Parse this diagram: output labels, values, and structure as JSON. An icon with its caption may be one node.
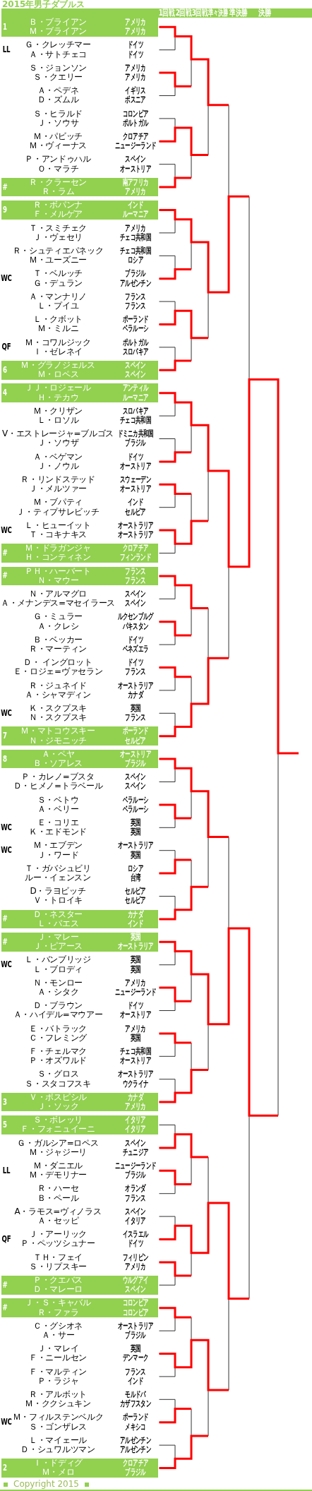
{
  "diagram": {
    "title": "2015年男子ダブルス",
    "nodes": [
      {
        "text": [
          "1回戦",
          "2回戦",
          "3回戦",
          "準々決勝",
          "準決勝",
          "決勝"
        ]
      },
      {
        "text": [
          "1",
          "Ｂ・ブライアン",
          "アメリカ",
          "Ｍ・ブライアン",
          "アメリカ"
        ]
      },
      {
        "text": [
          "Ｇ・クレッチマー",
          "ドイツ",
          "Ａ・サトチェコ",
          "ドイツ"
        ]
      },
      {
        "text": [
          "Ｓ・ジョンソン",
          "アメリカ",
          "Ｓ・クエリー",
          "アメリカ"
        ]
      },
      {
        "text": [
          "Ａ・ペデネ",
          "イギリス",
          "Ｄ・ズムル",
          "ボスニア"
        ]
      },
      {
        "text": [
          "Ｓ・ヒラルド",
          "コロンビア",
          "Ｊ・ソウサ",
          "ポルトガル"
        ]
      },
      {
        "text": [
          "Ｍ・パビッチ",
          "クロアチア",
          "Ｍ・ヴィーナス",
          "ニュージーランド"
        ]
      },
      {
        "text": [
          "Ｐ・アンドゥハル",
          "スペイン",
          "Ｏ・マラチ",
          "オーストリア"
        ]
      },
      {
        "text": [
          "#",
          "Ｒ・クラーセン",
          "南アフリカ",
          "Ｒ・ラム",
          "アメリカ"
        ]
      },
      {
        "text": [
          "9",
          "Ｒ・ボパンナ",
          "インド",
          "Ｆ・メルゲア",
          "ルーマニア"
        ]
      },
      {
        "text": [
          "Ｔ・スミチェク",
          "アメリカ",
          "Ｊ・ヴェセリ",
          "チェコ共和国"
        ]
      },
      {
        "text": [
          "Ｒ・シュティエパネック",
          "チェコ共和国",
          "Ｍ・ユーズニー",
          "ロシア"
        ]
      },
      {
        "text": [
          "Ｔ・ベルッチ",
          "ブラジル",
          "Ｇ・デュラン",
          "アルゼンチン"
        ]
      },
      {
        "text": [
          "Ａ・マンナリノ",
          "フランス",
          "Ｌ・プイユ",
          "フランス"
        ]
      },
      {
        "text": [
          "Ｌ・クボット",
          "ポーランド",
          "Ｍ・ミルニ",
          "ベラルーシ"
        ]
      },
      {
        "text": [
          "Ｍ・コワルジック",
          "ポルトガル",
          "Ｉ・ゼレネイ",
          "スロバキア"
        ]
      },
      {
        "text": [
          "6",
          "Ｍ・グラノジェルス",
          "スペイン",
          "Ｍ・ロペス",
          "スペイン"
        ]
      },
      {
        "text": [
          "4",
          "ＪＪ・ロジェール",
          "アンティル",
          "Ｈ・テカウ",
          "ルーマニア"
        ]
      },
      {
        "text": [
          "Ｍ・クリザン",
          "スロバキア",
          "Ｌ・ロソル",
          "チェコ共和国"
        ]
      },
      {
        "text": [
          "V・エストレージャ=ブルゴス",
          "ドミニカ共和国",
          "Ｊ・ソウザ",
          "ブラジル"
        ]
      },
      {
        "text": [
          "Ａ・ベゲマン",
          "ドイツ",
          "Ｊ・ノウル",
          "オーストリア"
        ]
      },
      {
        "text": [
          "Ｒ・リンドステッド",
          "スウェーデン",
          "Ｊ・メルツァー",
          "オーストリア"
        ]
      },
      {
        "text": [
          "Ｍ・ブパティ",
          "インド",
          "Ｊ・ティプサレビッチ",
          "セルビア"
        ]
      },
      {
        "text": [
          "Ｌ・ヒューイット",
          "オーストラリア",
          "Ｔ・コキナキス",
          "オーストラリア"
        ]
      },
      {
        "text": [
          "#",
          "Ｍ・ドラガンジャ",
          "クロアチア",
          "Ｈ・コンティネン",
          "フィンランド"
        ]
      },
      {
        "text": [
          "#",
          "ＰＨ・ハーバート",
          "フランス",
          "Ｎ・マウー",
          "フランス"
        ]
      },
      {
        "text": [
          "Ｎ・アルマグロ",
          "スペイン",
          "Ａ・メナンデス=マセイラース",
          "スペイン"
        ]
      },
      {
        "text": [
          "Ｇ・ミュラー",
          "ルクセンブルグ",
          "Ａ・クレシ",
          "パキスタン"
        ]
      },
      {
        "text": [
          "Ｂ・ベッカー",
          "ドイツ",
          "Ｒ・マーティン",
          "ベネズエラ"
        ]
      },
      {
        "text": [
          "Ｄ・ イングロット",
          "ドイツ",
          "Ｅ・ロジェ=ヴァセラン",
          "フランス"
        ]
      },
      {
        "text": [
          "Ｒ・ジュネイド",
          "オーストラリア",
          "Ａ・シャマディン",
          "カナダ"
        ]
      },
      {
        "text": [
          "Ｋ・スクプスキ",
          "英国",
          "Ｎ・スクプスキ",
          "フランス"
        ]
      },
      {
        "text": [
          "7",
          "Ｍ・マトコウスキー",
          "ポーランド",
          "Ｎ・ジモニッチ",
          "セルビア"
        ]
      },
      {
        "text": [
          "8",
          "Ａ・ペヤ",
          "オーストリア",
          "Ｂ・ソアレス",
          "ブラジル"
        ]
      },
      {
        "text": [
          "Ｐ・カレノ=ブスタ",
          "スペイン",
          "Ｄ・ヒメノ=トラベール",
          "スペイン"
        ]
      },
      {
        "text": [
          "Ｓ・ベトウ",
          "ベラルーシ",
          "Ａ・ベリー",
          "ベラルーシ"
        ]
      },
      {
        "text": [
          "Ｅ・コリエ",
          "英国",
          "Ｋ・エドモンド",
          "英国"
        ]
      },
      {
        "text": [
          "Ｍ・エブデン",
          "オーストラリア",
          "Ｊ・ワード",
          "英国"
        ]
      },
      {
        "text": [
          "Ｔ・ガバシュビリ",
          "ロシア",
          "ルー・イェンスン",
          "台湾"
        ]
      },
      {
        "text": [
          "D・ラヨビッチ",
          "セルビア",
          "Ｖ・トロイキ",
          "セルビア"
        ]
      },
      {
        "text": [
          "#",
          "Ｄ・ネスター",
          "カナダ",
          "Ｌ・パエス",
          "インド"
        ]
      },
      {
        "text": [
          "#",
          "Ｊ・マレー",
          "英国",
          "Ｊ・ピアース",
          "オーストラリア"
        ]
      },
      {
        "text": [
          "Ｌ・バンブリッジ",
          "英国",
          "Ｌ・ブロディ",
          "英国"
        ]
      },
      {
        "text": [
          "Ｎ・モンロー",
          "アメリカ",
          "Ａ・シタク",
          "ニュージーランド"
        ]
      },
      {
        "text": [
          "Ｄ・ブラウン",
          "ドイツ",
          "Ａ・ハイデル=マウアー",
          "オーストリア"
        ]
      },
      {
        "text": [
          "Ｅ・バトラック",
          "アメリカ",
          "Ｃ・フレミング",
          "英国"
        ]
      },
      {
        "text": [
          "Ｆ・チェルマク",
          "チェコ共和国",
          "Ｐ・オズワルド",
          "オーストリア"
        ]
      },
      {
        "text": [
          "Ｓ・グロス",
          "オーストラリア",
          "Ｓ・スタコフスキ",
          "ウクライナ"
        ]
      },
      {
        "text": [
          "3",
          "Ｖ・ポスピシル",
          "カナダ",
          "Ｊ・ソック",
          "アメリカ"
        ]
      },
      {
        "text": [
          "5",
          "Ｓ・ボレッリ",
          "イタリア",
          "Ｆ・フォニュイーニ",
          "イタリア"
        ]
      },
      {
        "text": [
          "Ｇ・ガルシア=ロペス",
          "スペイン",
          "Ｍ・ジャジーリ",
          "チュニジア"
        ]
      },
      {
        "text": [
          "Ｍ・ダニエル",
          "ニュージーランド",
          "Ｍ・デモリナー",
          "ブラジル"
        ]
      },
      {
        "text": [
          "Ｒ・ハーセ",
          "オランダ",
          "Ｂ・ペール",
          "フランス"
        ]
      },
      {
        "text": [
          "A・ラモス=ヴィノラス",
          "スペイン",
          "Ａ・セッピ",
          "イタリア"
        ]
      },
      {
        "text": [
          "Ｊ・アーリック",
          "イスラエル",
          "Ｐ・ペッツシュナー",
          "ドイツ"
        ]
      },
      {
        "text": [
          "ＴＨ・フェイ",
          "フィリピン",
          "Ｓ・リプスキー",
          "アメリカ"
        ]
      },
      {
        "text": [
          "#",
          "Ｐ・クエバス",
          "ウルグアイ",
          "Ｄ・マレーロ",
          "スペイン"
        ]
      },
      {
        "text": [
          "#",
          "Ｊ・Ｓ・キャバル",
          "コロンビア",
          "Ｒ・ファラ",
          "コロンビア"
        ]
      },
      {
        "text": [
          "Ｃ・グシオネ",
          "オーストラリア",
          "Ａ・サー",
          "ブラジル"
        ]
      },
      {
        "text": [
          "Ｊ・マレイ",
          "英国",
          "Ｆ・ニールセン",
          "デンマーク"
        ]
      },
      {
        "text": [
          "Ｆ・マルティン",
          "フランス",
          "Ｐ・ラジャ",
          "インド"
        ]
      },
      {
        "text": [
          "Ｒ・アルボット",
          "モルドバ",
          "Ｍ・ククシュキン",
          "カザフスタン"
        ]
      },
      {
        "text": [
          "Ｍ・フィルステンベルク",
          "ポーランド",
          "Ｓ・ゴンザレス",
          "メキシコ"
        ]
      },
      {
        "text": [
          "Ｌ・マイェール",
          "アルゼンチン",
          "Ｄ・シュワルツマン",
          "アルゼンチン"
        ]
      },
      {
        "text": [
          "2",
          "Ｉ・ドディグ",
          "クロアチア",
          "Ｍ・メロ",
          "ブラジル"
        ]
      }
    ],
    "edges": [
      {
        "from": 1,
        "to": 2,
        "arrow": "none",
        "color": "#333333"
      },
      {
        "from": 3,
        "to": 4,
        "arrow": "none",
        "color": "#333333"
      },
      {
        "from": 5,
        "to": 6,
        "arrow": "none",
        "color": "#333333"
      },
      {
        "from": 7,
        "to": 8,
        "arrow": "none",
        "color": "#333333"
      },
      {
        "from": 9,
        "to": 10,
        "arrow": "none",
        "color": "#333333"
      },
      {
        "from": 11,
        "to": 12,
        "arrow": "none",
        "color": "#333333"
      },
      {
        "from": 13,
        "to": 14,
        "arrow": "none",
        "color": "#333333"
      },
      {
        "from": 15,
        "to": 16,
        "arrow": "none",
        "color": "#333333"
      },
      {
        "from": 17,
        "to": 18,
        "arrow": "none",
        "color": "#333333"
      },
      {
        "from": 19,
        "to": 20,
        "arrow": "none",
        "color": "#333333"
      },
      {
        "from": 21,
        "to": 22,
        "arrow": "none",
        "color": "#333333"
      },
      {
        "from": 23,
        "to": 24,
        "arrow": "none",
        "color": "#333333"
      },
      {
        "from": 25,
        "to": 26,
        "arrow": "none",
        "color": "#333333"
      },
      {
        "from": 27,
        "to": 28,
        "arrow": "none",
        "color": "#333333"
      },
      {
        "from": 29,
        "to": 30,
        "arrow": "none",
        "color": "#333333"
      },
      {
        "from": 31,
        "to": 32,
        "arrow": "none",
        "color": "#333333"
      },
      {
        "from": 33,
        "to": 34,
        "arrow": "none",
        "color": "#333333"
      },
      {
        "from": 35,
        "to": 36,
        "arrow": "none",
        "color": "#333333"
      },
      {
        "from": 37,
        "to": 38,
        "arrow": "none",
        "color": "#333333"
      },
      {
        "from": 39,
        "to": 40,
        "arrow": "none",
        "color": "#333333"
      },
      {
        "from": 41,
        "to": 42,
        "arrow": "none",
        "color": "#333333"
      },
      {
        "from": 43,
        "to": 44,
        "arrow": "none",
        "color": "#333333"
      },
      {
        "from": 45,
        "to": 46,
        "arrow": "none",
        "color": "#333333"
      },
      {
        "from": 47,
        "to": 48,
        "arrow": "none",
        "color": "#333333"
      },
      {
        "from": 49,
        "to": 50,
        "arrow": "none",
        "color": "#333333"
      },
      {
        "from": 51,
        "to": 52,
        "arrow": "none",
        "color": "#333333"
      },
      {
        "from": 53,
        "to": 54,
        "arrow": "none",
        "color": "#333333"
      },
      {
        "from": 55,
        "to": 56,
        "arrow": "none",
        "color": "#333333"
      },
      {
        "from": 57,
        "to": 58,
        "arrow": "none",
        "color": "#333333"
      },
      {
        "from": 59,
        "to": 60,
        "arrow": "none",
        "color": "#333333"
      },
      {
        "from": 61,
        "to": 62,
        "arrow": "none",
        "color": "#333333"
      },
      {
        "from": 63,
        "to": 64,
        "arrow": "none",
        "color": "#333333"
      },
      {
        "from": 1,
        "to": null,
        "arrow": "none",
        "color": "#ff0000"
      },
      {
        "from": 3,
        "to": null,
        "arrow": "none",
        "color": "#ff0000"
      },
      {
        "from": 6,
        "to": null,
        "arrow": "none",
        "color": "#ff0000"
      },
      {
        "from": 8,
        "to": null,
        "arrow": "none",
        "color": "#ff0000"
      },
      {
        "from": 9,
        "to": null,
        "arrow": "none",
        "color": "#ff0000"
      },
      {
        "from": 12,
        "to": null,
        "arrow": "none",
        "color": "#ff0000"
      },
      {
        "from": 14,
        "to": null,
        "arrow": "none",
        "color": "#ff0000"
      },
      {
        "from": 16,
        "to": null,
        "arrow": "none",
        "color": "#ff0000"
      },
      {
        "from": 17,
        "to": null,
        "arrow": "none",
        "color": "#ff0000"
      },
      {
        "from": 20,
        "to": null,
        "arrow": "none",
        "color": "#ff0000"
      },
      {
        "from": 21,
        "to": null,
        "arrow": "none",
        "color": "#ff0000"
      },
      {
        "from": 23,
        "to": null,
        "arrow": "none",
        "color": "#ff0000"
      },
      {
        "from": 25,
        "to": null,
        "arrow": "none",
        "color": "#ff0000"
      },
      {
        "from": 27,
        "to": null,
        "arrow": "none",
        "color": "#ff0000"
      },
      {
        "from": 29,
        "to": null,
        "arrow": "none",
        "color": "#ff0000"
      },
      {
        "from": 32,
        "to": null,
        "arrow": "none",
        "color": "#ff0000"
      },
      {
        "from": 33,
        "to": null,
        "arrow": "none",
        "color": "#ff0000"
      },
      {
        "from": 35,
        "to": null,
        "arrow": "none",
        "color": "#ff0000"
      },
      {
        "from": 38,
        "to": null,
        "arrow": "none",
        "color": "#ff0000"
      },
      {
        "from": 40,
        "to": null,
        "arrow": "none",
        "color": "#ff0000"
      },
      {
        "from": 41,
        "to": null,
        "arrow": "none",
        "color": "#ff0000"
      },
      {
        "from": 43,
        "to": null,
        "arrow": "none",
        "color": "#ff0000"
      },
      {
        "from": 45,
        "to": null,
        "arrow": "none",
        "color": "#ff0000"
      },
      {
        "from": 48,
        "to": null,
        "arrow": "none",
        "color": "#ff0000"
      },
      {
        "from": 50,
        "to": null,
        "arrow": "none",
        "color": "#ff0000"
      },
      {
        "from": 51,
        "to": null,
        "arrow": "none",
        "color": "#ff0000"
      },
      {
        "from": 54,
        "to": null,
        "arrow": "none",
        "color": "#ff0000"
      },
      {
        "from": 55,
        "to": null,
        "arrow": "none",
        "color": "#ff0000"
      },
      {
        "from": 57,
        "to": null,
        "arrow": "none",
        "color": "#ff0000"
      },
      {
        "from": 59,
        "to": null,
        "arrow": "none",
        "color": "#ff0000"
      },
      {
        "from": 62,
        "to": null,
        "arrow": "none",
        "color": "#ff0000"
      },
      {
        "from": 64,
        "to": null,
        "arrow": "none",
        "color": "#ff0000"
      }
    ],
    "labels": [
      "LL",
      "WC",
      "QF",
      "WC",
      "WC",
      "WC",
      "WC",
      "WC",
      "LL",
      "QF",
      "WC",
      "Copyright 2015"
    ]
  }
}
